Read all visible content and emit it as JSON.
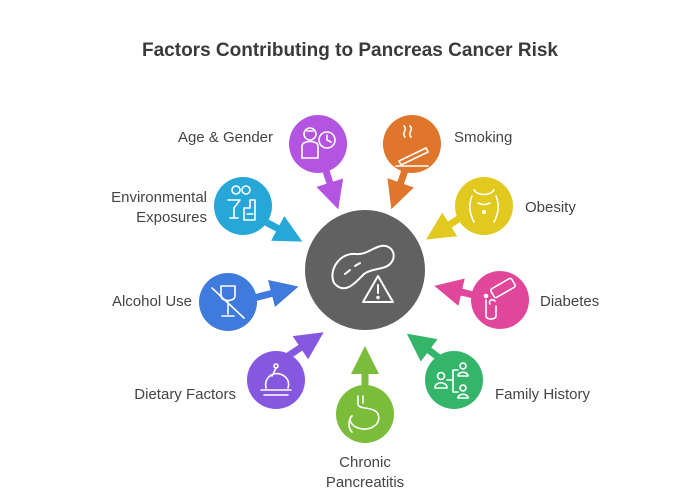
{
  "title": "Factors Contributing to Pancreas Cancer Risk",
  "center": {
    "color": "#616161",
    "icon": "pancreas-warning-icon"
  },
  "factors": [
    {
      "label": "Age & Gender",
      "color": "#b355e0",
      "icon": "person-clock-icon"
    },
    {
      "label": "Smoking",
      "color": "#e0762b",
      "icon": "cigarette-icon"
    },
    {
      "label_lines": [
        "Environmental",
        "Exposures"
      ],
      "color": "#27a6d8",
      "icon": "chemical-factory-icon"
    },
    {
      "label": "Obesity",
      "color": "#e2c91f",
      "icon": "body-torso-icon"
    },
    {
      "label": "Alcohol Use",
      "color": "#3f7bdc",
      "icon": "no-alcohol-icon"
    },
    {
      "label": "Diabetes",
      "color": "#e0479a",
      "icon": "glucose-test-icon"
    },
    {
      "label": "Dietary Factors",
      "color": "#8658df",
      "icon": "food-plate-icon"
    },
    {
      "label_lines": [
        "Chronic",
        "Pancreatitis"
      ],
      "color": "#7bbd3a",
      "icon": "stomach-icon"
    },
    {
      "label": "Family History",
      "color": "#34b56a",
      "icon": "family-tree-icon"
    }
  ]
}
